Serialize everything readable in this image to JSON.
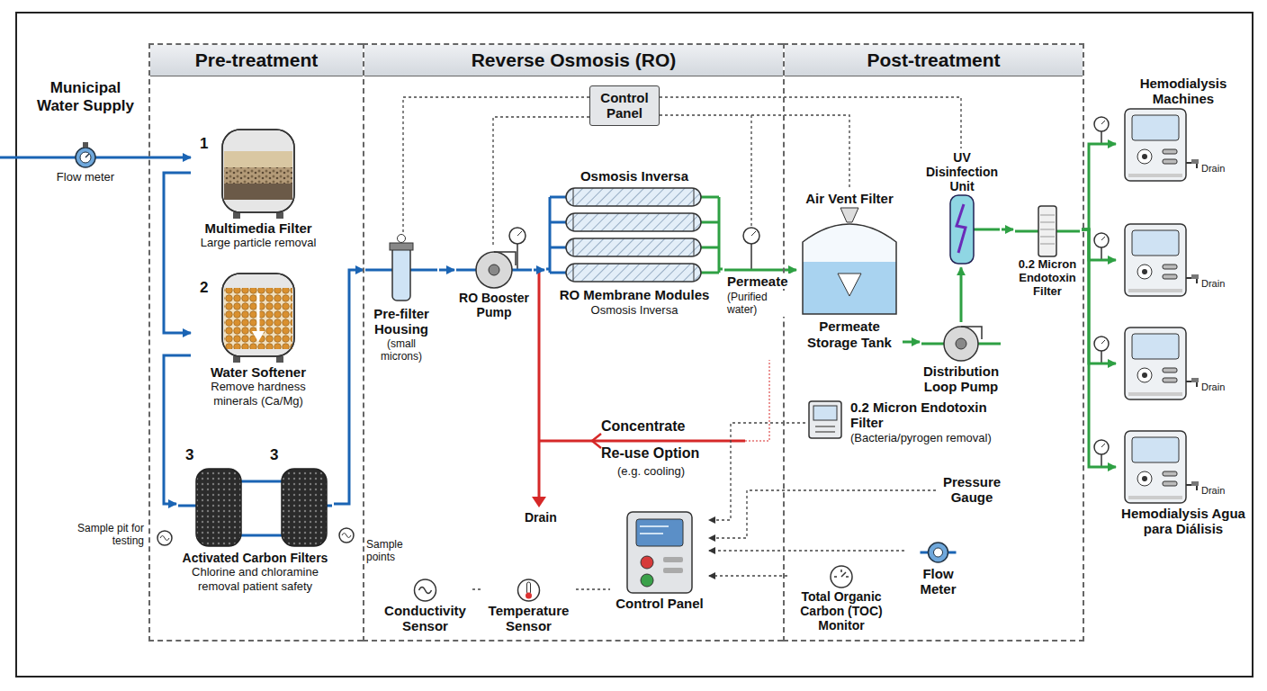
{
  "diagram": {
    "nodes": [
      {
        "text": [
          "Pre-treatment"
        ]
      },
      {
        "text": [
          "Reverse Osmosis (RO)"
        ]
      },
      {
        "text": [
          "Post-treatment"
        ]
      },
      {
        "text": [
          "Municipal Water Supply",
          "Flow meter"
        ]
      },
      {
        "text": [
          "Multimedia Filter",
          "Large particle removal"
        ],
        "in": 0
      },
      {
        "text": [
          "Water Softener",
          "Remove hardness minerals (Ca/Mg)"
        ],
        "in": 0
      },
      {
        "text": [
          "Activated Carbon Filters",
          "Chlorine and chloramine removal patient safety"
        ],
        "in": 0
      },
      {
        "text": [
          "Pre-filter Housing",
          "(small microns)"
        ],
        "in": 1
      },
      {
        "text": [
          "RO Booster Pump"
        ],
        "in": 1
      },
      {
        "text": [
          "Osmosis Inversa",
          "RO Membrane Modules",
          "Osmosis Inversa"
        ],
        "in": 1
      },
      {
        "text": [
          "Control Panel"
        ],
        "in": 1
      },
      {
        "text": [
          "Air Vent Filter",
          "Permeate Storage Tank"
        ],
        "in": 2
      },
      {
        "text": [
          "Distribution Loop Pump"
        ],
        "in": 2
      },
      {
        "text": [
          "UV Disinfection Unit"
        ],
        "in": 2
      },
      {
        "text": [
          "0.2 Micron Endotoxin Filter"
        ],
        "in": 2
      },
      {
        "text": [
          "Control Panel"
        ],
        "in": 1
      },
      {
        "text": [
          "0.2 Micron Endotoxin Filter",
          "(Bacteria/pyrogen removal)"
        ],
        "in": 2
      },
      {
        "text": [
          "Hemodialysis Machines",
          "Drain"
        ]
      },
      {
        "text": [
          "Drain"
        ]
      },
      {
        "text": [
          "Drain"
        ]
      },
      {
        "text": [
          "Drain",
          "Hemodialysis Agua para Diálisis"
        ]
      },
      {
        "text": [
          "Conductivity Sensor"
        ],
        "in": 1
      },
      {
        "text": [
          "Temperature Sensor"
        ],
        "in": 1
      },
      {
        "text": [
          "Total Organic Carbon (TOC) Monitor"
        ],
        "in": 2
      },
      {
        "text": [
          "Flow Meter"
        ],
        "in": 2
      },
      {
        "text": [
          "Pressure Gauge"
        ],
        "in": 2
      }
    ],
    "edges": [
      {
        "from": 3,
        "to": 4,
        "arrow": "to"
      },
      {
        "from": 4,
        "to": 5,
        "arrow": "to"
      },
      {
        "from": 5,
        "to": 6,
        "arrow": "to"
      },
      {
        "from": 6,
        "to": 7,
        "arrow": "to"
      },
      {
        "from": 7,
        "to": 8,
        "arrow": "to"
      },
      {
        "from": 8,
        "to": 9,
        "arrow": "to"
      },
      {
        "from": 9,
        "to": 11,
        "arrow": "to"
      },
      {
        "from": 11,
        "to": 12,
        "arrow": "to"
      },
      {
        "from": 12,
        "to": 13,
        "arrow": "to"
      },
      {
        "from": 13,
        "to": 14,
        "arrow": "to"
      },
      {
        "from": 14,
        "to": 17,
        "arrow": "to"
      },
      {
        "from": 14,
        "to": 18,
        "arrow": "to"
      },
      {
        "from": 14,
        "to": 19,
        "arrow": "to"
      },
      {
        "from": 14,
        "to": 20,
        "arrow": "to"
      },
      {
        "from": 10,
        "to": 7,
        "arrow": "none"
      },
      {
        "from": 10,
        "to": 8,
        "arrow": "none"
      },
      {
        "from": 10,
        "to": 11,
        "arrow": "none"
      },
      {
        "from": 10,
        "to": 13,
        "arrow": "none"
      },
      {
        "from": 21,
        "to": 22,
        "arrow": "none"
      },
      {
        "from": 22,
        "to": 15,
        "arrow": "none"
      },
      {
        "from": 23,
        "to": 15,
        "arrow": "to"
      },
      {
        "from": 24,
        "to": 15,
        "arrow": "to"
      },
      {
        "from": 25,
        "to": 15,
        "arrow": "to"
      },
      {
        "from": 16,
        "to": 15,
        "arrow": "to"
      }
    ],
    "labels": [
      "1",
      "2",
      "3",
      "3",
      "Sample pit for testing",
      "Sample points",
      "Permeate",
      "(Purified water)",
      "Concentrate",
      "Re-use Option",
      "(e.g. cooling)",
      "Drain"
    ]
  }
}
